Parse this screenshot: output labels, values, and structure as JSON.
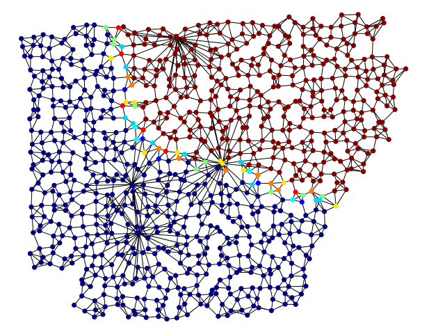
{
  "graph": {
    "layout": "planar mesh",
    "node_radius_note": "",
    "edge_color": "#000000",
    "background_color": "#ffffff",
    "palette": {
      "west_region": "#00007f",
      "east_region": "#7f0000",
      "boundary_colors": [
        "#0000ff",
        "#00d4ff",
        "#7dff7a",
        "#ffe600",
        "#ff7a00",
        "#ff0000",
        "#00ffff"
      ]
    },
    "regions": [
      {
        "name": "west",
        "color": "#00007f"
      },
      {
        "name": "east",
        "color": "#7f0000"
      }
    ]
  }
}
